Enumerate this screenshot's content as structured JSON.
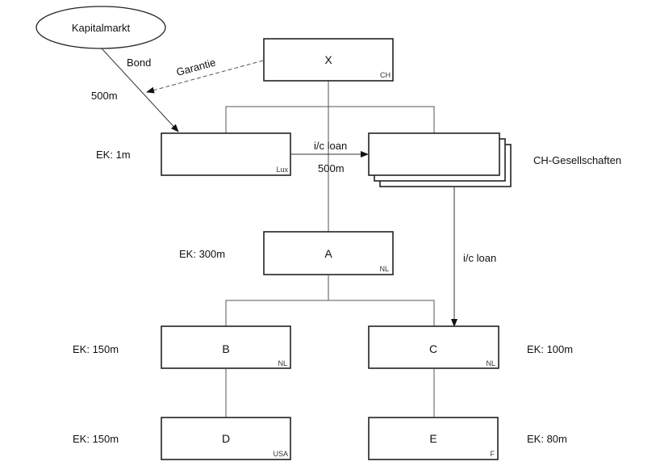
{
  "diagram": {
    "market": {
      "label": "Kapitalmarkt"
    },
    "entities": {
      "x": {
        "name": "X",
        "country": "CH"
      },
      "lux": {
        "name": "",
        "country": "Lux",
        "equity": "EK: 1m"
      },
      "ch_group": {
        "label": "CH-Gesellschaften"
      },
      "a": {
        "name": "A",
        "country": "NL",
        "equity": "EK: 300m"
      },
      "b": {
        "name": "B",
        "country": "NL",
        "equity": "EK: 150m"
      },
      "c": {
        "name": "C",
        "country": "NL",
        "equity": "EK: 100m"
      },
      "d": {
        "name": "D",
        "country": "USA",
        "equity": "EK: 150m"
      },
      "e": {
        "name": "E",
        "country": "F",
        "equity": "EK: 80m"
      }
    },
    "flows": {
      "bond": {
        "label": "Bond",
        "amount": "500m"
      },
      "guarantee": {
        "label": "Garantie"
      },
      "loan_lux": {
        "label": "i/c loan",
        "amount": "500m"
      },
      "loan_c": {
        "label": "i/c loan"
      }
    }
  }
}
